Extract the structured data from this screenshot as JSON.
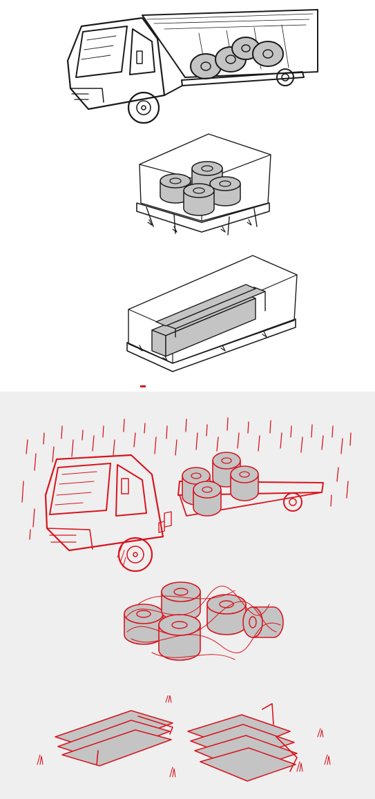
{
  "colors": {
    "good_ink": "#1a1a1a",
    "bad_ink": "#d8131c",
    "cargo_gray": "#c4c4c4",
    "cargo_dark": "#8e8e8e",
    "bad_background": "#efefef",
    "good_background": "#ffffff"
  },
  "panels": {
    "top": {
      "items": [
        "covered-truck-with-coils",
        "boxed-coils-on-pallet",
        "boxed-long-profiles-on-pallet"
      ]
    },
    "bottom": {
      "items": [
        "open-truck-in-rain-with-coils",
        "tangled-coils-without-pallet",
        "scattered-sheets-on-grass"
      ]
    }
  }
}
